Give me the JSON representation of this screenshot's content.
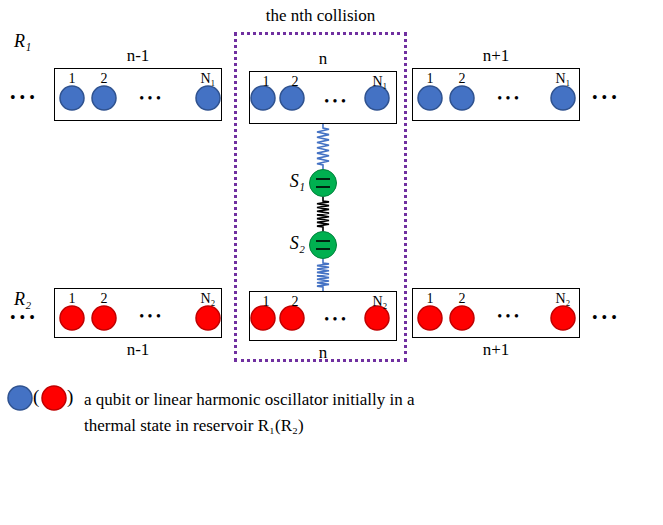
{
  "diagram": {
    "nodes": [
      {
        "text": [
          "the nth collision"
        ]
      },
      {
        "text": [
          "n-1",
          "1",
          "2",
          "• • •",
          "N₁"
        ]
      },
      {
        "text": [
          "n",
          "1",
          "2",
          "• • •",
          "N₁"
        ],
        "in": 0
      },
      {
        "text": [
          "n+1",
          "1",
          "2",
          "• • •",
          "N₁"
        ]
      },
      {
        "text": [
          "S₁"
        ],
        "in": 0
      },
      {
        "text": [
          "S₂"
        ],
        "in": 0
      },
      {
        "text": [
          "n-1",
          "1",
          "2",
          "• • •",
          "N₂"
        ]
      },
      {
        "text": [
          "n",
          "1",
          "2",
          "• • •",
          "N₂"
        ],
        "in": 0
      },
      {
        "text": [
          "n+1",
          "1",
          "2",
          "• • •",
          "N₂"
        ]
      }
    ],
    "edges": [
      {
        "from": 2,
        "to": 4,
        "arrow": "none"
      },
      {
        "from": 4,
        "to": 5,
        "arrow": "none"
      },
      {
        "from": 5,
        "to": 7,
        "arrow": "none"
      }
    ],
    "labels": [
      "R₁",
      "R₂",
      "• • •",
      "• • •",
      "• • •",
      "• • •",
      "(",
      ")"
    ],
    "legend": [
      {
        "text": "a qubit or linear harmonic oscillator initially in a thermal state in reservoir R₁(R₂)"
      }
    ]
  }
}
